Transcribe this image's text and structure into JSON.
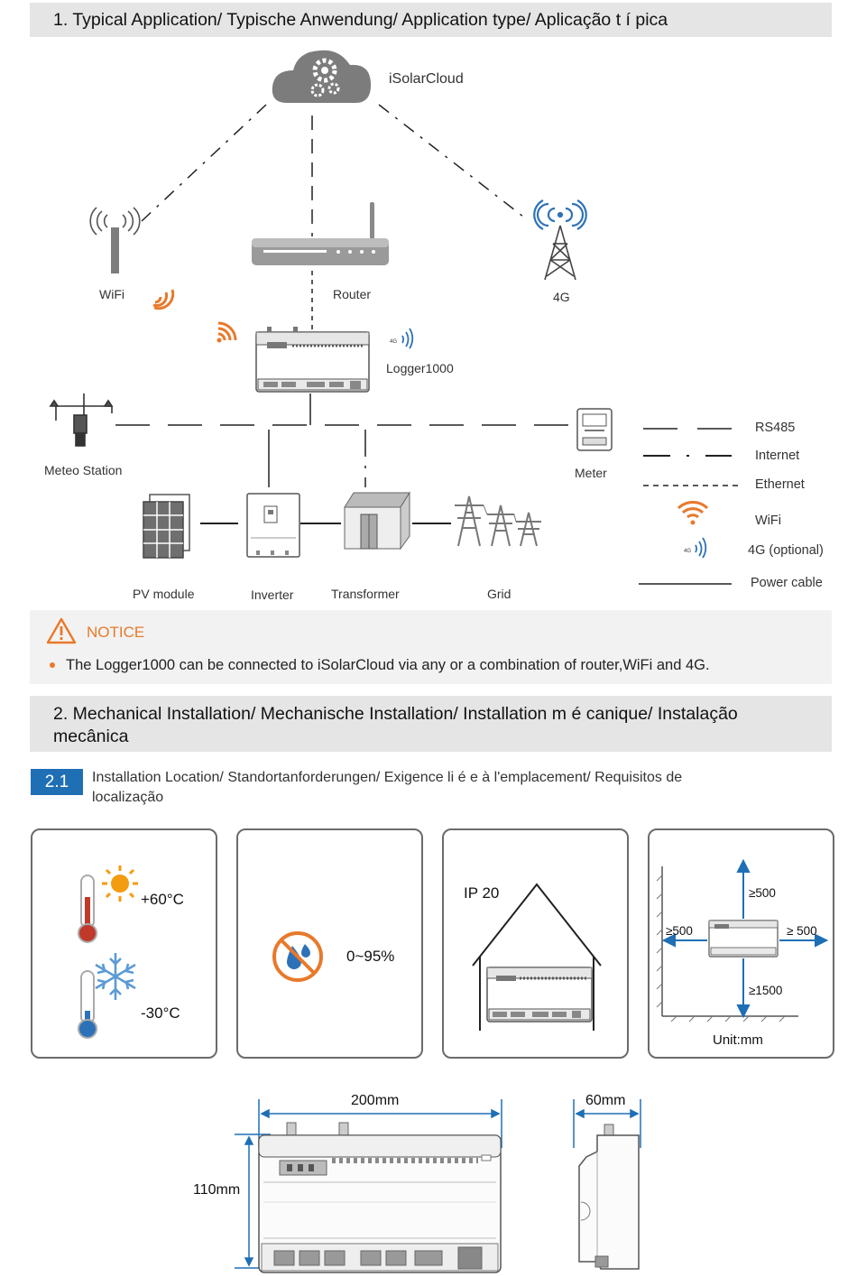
{
  "section1": {
    "title": "1. Typical Application/ Typische Anwendung/ Application type/ Aplicação t í pica"
  },
  "diagram": {
    "cloud": "iSolarCloud",
    "wifi": "WiFi",
    "router": "Router",
    "fourg": "4G",
    "logger": "Logger1000",
    "meteo": "Meteo Station",
    "meter": "Meter",
    "pv": "PV module",
    "inverter": "Inverter",
    "transformer": "Transformer",
    "grid": "Grid",
    "fourg_badge": "4G"
  },
  "legend": {
    "rs485": "RS485",
    "internet": "Internet",
    "ethernet": "Ethernet",
    "wifi": "WiFi",
    "fourg": "4G (optional)",
    "power": "Power cable"
  },
  "notice": {
    "title": "NOTICE",
    "text": "The Logger1000 can be connected to iSolarCloud via any or a combination of router,WiFi and 4G."
  },
  "section2": {
    "title_line1": "2. Mechanical Installation/ Mechanische Installation/ Installation m é canique/ Instalação",
    "title_line2": "mecânica"
  },
  "sub21": {
    "badge": "2.1",
    "line1": "Installation Location/ Standortanforderungen/ Exigence li é e  à  l'emplacement/ Requisitos de",
    "line2": "localização"
  },
  "cards": {
    "temp_high": "+60°C",
    "temp_low": "-30°C",
    "humidity": "0~95%",
    "ip": "IP 20",
    "clear_top": "≥500",
    "clear_left": "≥500",
    "clear_right": "≥ 500",
    "clear_bottom": "≥1500",
    "unit": "Unit:mm"
  },
  "dimensions": {
    "width": "200mm",
    "height": "110mm",
    "depth": "60mm"
  },
  "colors": {
    "orange": "#e8792b",
    "blue": "#2d72b8",
    "bar": "#e5e5e5",
    "badge": "#1f6fb5",
    "gray": "#8a8a8a"
  }
}
